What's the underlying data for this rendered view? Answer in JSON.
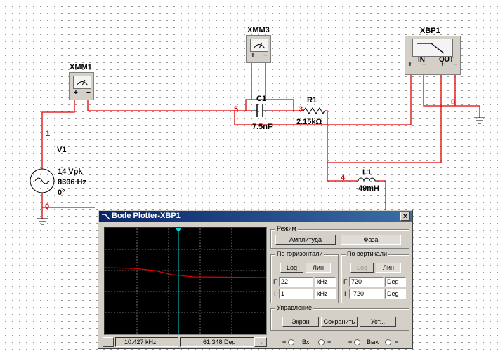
{
  "schematic": {
    "xmm1": "XMM1",
    "xmm3": "XMM3",
    "xbp1": "XBP1",
    "xbp1_in": "IN",
    "xbp1_out": "OUT",
    "c1_name": "C1",
    "c1_value": "7.5nF",
    "r1_name": "R1",
    "r1_value": "2.15kΩ",
    "l1_name": "L1",
    "l1_value": "49mH",
    "v1_name": "V1",
    "v1_amp": "14 Vpk",
    "v1_freq": "8306 Hz",
    "v1_phase": "0°",
    "nodes": {
      "n1": "1",
      "n0a": "0",
      "n0b": "0",
      "n3": "3",
      "n4": "4",
      "n5": "5"
    },
    "plus": "+",
    "minus": "−"
  },
  "bode": {
    "title": "Bode Plotter-XBP1",
    "close": "×",
    "mode": {
      "label": "Режим",
      "amplitude": "Амплитуда",
      "phase": "Фаза"
    },
    "horizontal": {
      "label": "По горизонтали",
      "log": "Log",
      "lin": "Лин",
      "f_label": "F",
      "f_value": "22",
      "f_unit": "kHz",
      "i_label": "I",
      "i_value": "1",
      "i_unit": "kHz"
    },
    "vertical": {
      "label": "По вертикали",
      "log": "Log",
      "lin": "Лин",
      "f_label": "F",
      "f_value": "720",
      "f_unit": "Deg",
      "i_label": "I",
      "i_value": "-720",
      "i_unit": "Deg"
    },
    "control": {
      "label": "Управление",
      "screen": "Экран",
      "save": "Сохранить",
      "setup": "Уст..."
    },
    "status": {
      "freq": "10.427 kHz",
      "value": "61.348 Deg",
      "left_arrow": "←",
      "right_arrow": "→"
    },
    "io": {
      "plus": "+",
      "minus": "−",
      "in": "Вх",
      "out": "Вых"
    }
  },
  "colors": {
    "wire": "#e00000",
    "trace": "#e00000",
    "cursor": "#00d8d8",
    "grid": "#8a8a8a"
  }
}
